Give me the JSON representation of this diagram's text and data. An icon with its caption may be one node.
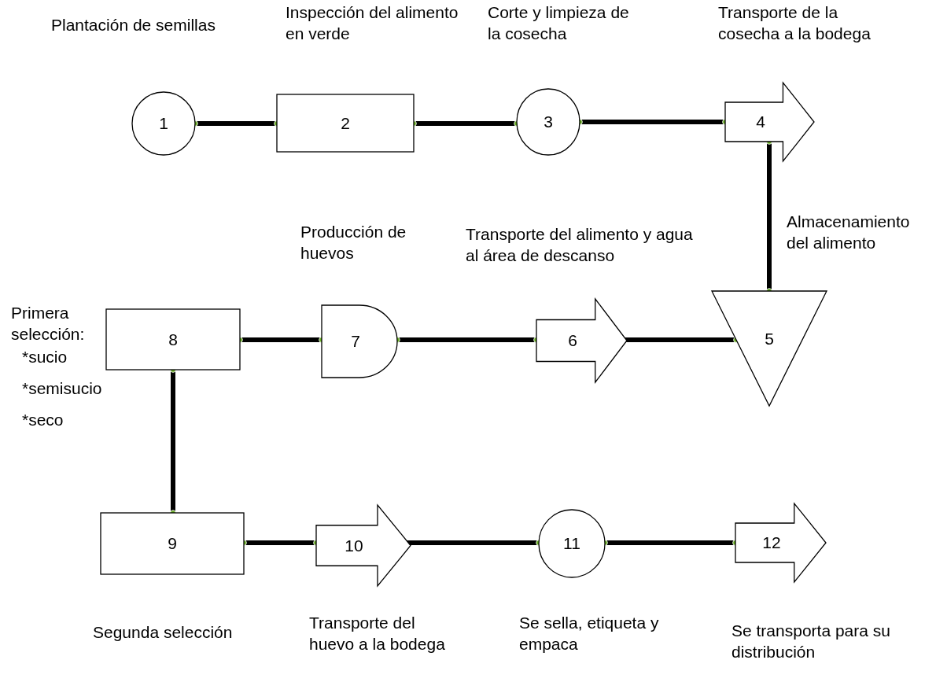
{
  "diagram": {
    "nodes": [
      {
        "text": [
          "1"
        ],
        "beside": [
          "Plantación de semillas"
        ]
      },
      {
        "text": [
          "2"
        ],
        "beside": [
          "Inspección del alimento en verde"
        ]
      },
      {
        "text": [
          "3"
        ],
        "beside": [
          "Corte y limpieza de la cosecha"
        ]
      },
      {
        "text": [
          "4"
        ],
        "beside": [
          "Transporte de la cosecha a la bodega"
        ]
      },
      {
        "text": [
          "5"
        ],
        "beside": [
          "Almacenamiento del alimento"
        ]
      },
      {
        "text": [
          "6"
        ],
        "beside": [
          "Transporte del alimento y agua al área de descanso"
        ]
      },
      {
        "text": [
          "7"
        ],
        "beside": [
          "Producción de huevos"
        ]
      },
      {
        "text": [
          "8"
        ],
        "beside": [
          "Primera selección:",
          "*sucio",
          "*semisucio",
          "*seco"
        ]
      },
      {
        "text": [
          "9"
        ],
        "beside": [
          "Segunda selección"
        ]
      },
      {
        "text": [
          "10"
        ],
        "beside": [
          "Transporte del huevo a la bodega"
        ]
      },
      {
        "text": [
          "11"
        ],
        "beside": [
          "Se sella, etiqueta y empaca"
        ]
      },
      {
        "text": [
          "12"
        ],
        "beside": [
          "Se transporta para su distribución"
        ]
      }
    ],
    "edges": [
      {
        "from": 0,
        "to": 1,
        "arrow": "other"
      },
      {
        "from": 1,
        "to": 2,
        "arrow": "other"
      },
      {
        "from": 2,
        "to": 3,
        "arrow": "other"
      },
      {
        "from": 3,
        "to": 4,
        "arrow": "other"
      },
      {
        "from": 4,
        "to": 5,
        "arrow": "other"
      },
      {
        "from": 5,
        "to": 6,
        "arrow": "other"
      },
      {
        "from": 6,
        "to": 7,
        "arrow": "other"
      },
      {
        "from": 7,
        "to": 8,
        "arrow": "other"
      },
      {
        "from": 8,
        "to": 9,
        "arrow": "other"
      },
      {
        "from": 9,
        "to": 10,
        "arrow": "other"
      },
      {
        "from": 10,
        "to": 11,
        "arrow": "other"
      }
    ]
  }
}
